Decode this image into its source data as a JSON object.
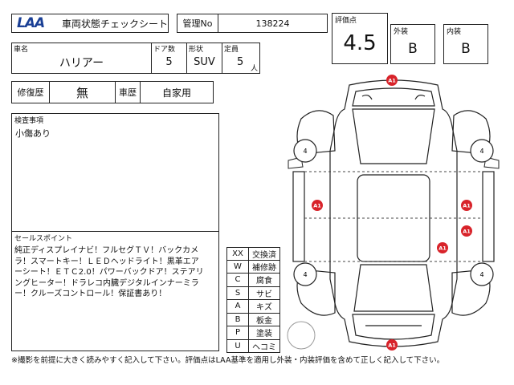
{
  "header": {
    "logo_text": "LAA",
    "title": "車両状態チェックシート",
    "mgmt_label": "管理No",
    "mgmt_value": "138224"
  },
  "grade": {
    "score_label": "評価点",
    "score_value": "4.5",
    "exterior_label": "外装",
    "exterior_value": "B",
    "interior_label": "内装",
    "interior_value": "B"
  },
  "vehicle": {
    "name_label": "車名",
    "name_value": "ハリアー",
    "doors_label": "ドア数",
    "doors_value": "5",
    "shape_label": "形状",
    "shape_value": "SUV",
    "capacity_label": "定員",
    "capacity_value": "5",
    "capacity_unit": "人"
  },
  "history": {
    "repair_label": "修復歴",
    "repair_value": "無",
    "usage_label": "車歴",
    "usage_value": "自家用"
  },
  "inspection": {
    "label": "検査事項",
    "text": "小傷あり"
  },
  "sales": {
    "label": "セールスポイント",
    "line1": "純正ディスプレイナビ！フルセグＴＶ！バックカメ",
    "line2": "ラ！スマートキー！ＬＥＤヘッドライト！黒革エア",
    "line3": "ーシート！ＥＴＣ2.0！パワーバックドア！ステアリ",
    "line4": "ングヒーター！ドラレコ内臓デジタルインナーミラ",
    "line5": "ー！クルーズコントロール！保証書あり！"
  },
  "legend": [
    {
      "code": "XX",
      "meaning": "交換済"
    },
    {
      "code": "W",
      "meaning": "補修跡"
    },
    {
      "code": "C",
      "meaning": "腐食"
    },
    {
      "code": "S",
      "meaning": "サビ"
    },
    {
      "code": "A",
      "meaning": "キズ"
    },
    {
      "code": "B",
      "meaning": "板金"
    },
    {
      "code": "P",
      "meaning": "塗装"
    },
    {
      "code": "U",
      "meaning": "ヘコミ"
    }
  ],
  "diagram": {
    "tire_mark": "4",
    "damage_mark": "A1",
    "damage_color": "#d8232a",
    "tire_count": 4,
    "damage_count": 6
  },
  "footer": {
    "note": "※撮影を前提に大きく読みやすく記入して下さい。評価点はLAA基準を適用し外装・内装評価を含めて正しく記入して下さい。"
  }
}
